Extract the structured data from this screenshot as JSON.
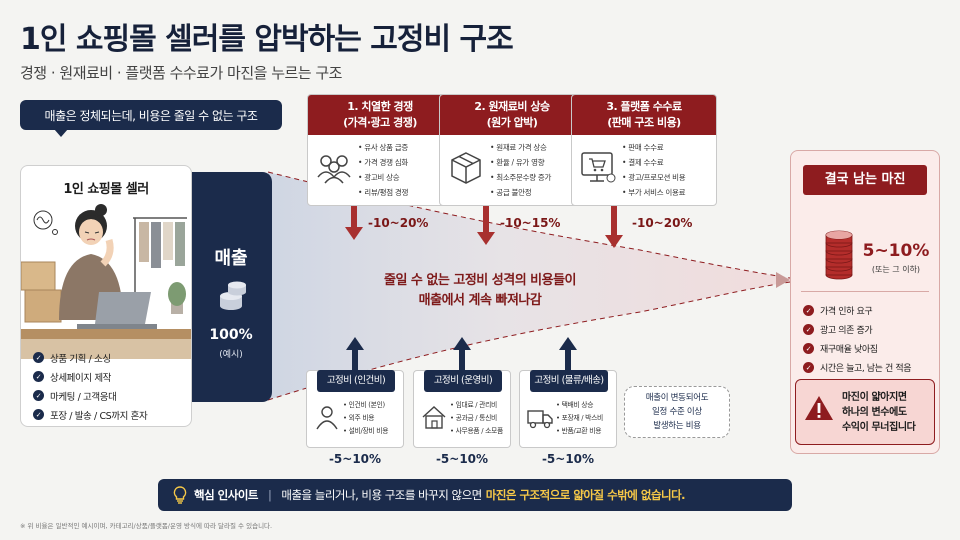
{
  "header": {
    "title": "1인 쇼핑몰 셀러를 압박하는 고정비 구조",
    "subtitle": "경쟁 · 원재료비 · 플랫폼 수수료가 마진을 누르는 구조"
  },
  "note": "매출은 정체되는데, 비용은 줄일 수 없는 구조",
  "seller": {
    "title": "1인 쇼핑몰 셀러",
    "tasks": [
      "상품 기획 / 소싱",
      "상세페이지 제작",
      "마케팅 / 고객응대",
      "포장 / 발송 / CS까지 혼자"
    ]
  },
  "revenue": {
    "label": "매출",
    "pct": "100%",
    "example": "(예시)"
  },
  "flow_text": [
    "줄일 수 없는 고정비 성격의 비용들이",
    "매출에서 계속 빠져나감"
  ],
  "top_costs": [
    {
      "title_1": "1. 치열한 경쟁",
      "title_2": "(가격·광고 경쟁)",
      "icon": "people-icon",
      "items": [
        "유사 상품 급증",
        "가격 경쟁 심화",
        "광고비 상승",
        "리뷰/평점 경쟁"
      ],
      "pct": "-10~20%"
    },
    {
      "title_1": "2. 원재료비 상승",
      "title_2": "(원가 압박)",
      "icon": "box-icon",
      "items": [
        "원재료 가격 상승",
        "환율 / 유가 영향",
        "최소주문수량 증가",
        "공급 불안정"
      ],
      "pct": "-10~15%"
    },
    {
      "title_1": "3. 플랫폼 수수료",
      "title_2": "(판매 구조 비용)",
      "icon": "cart-monitor-icon",
      "items": [
        "판매 수수료",
        "결제 수수료",
        "광고/프로모션 비용",
        "부가 서비스 이용료"
      ],
      "pct": "-10~20%"
    }
  ],
  "bottom_costs": [
    {
      "title": "고정비 (인건비)",
      "icon": "person-icon",
      "items": [
        "인건비 (본인)",
        "외주 비용",
        "설비/장비 비용"
      ],
      "pct": "-5~10%"
    },
    {
      "title": "고정비 (운영비)",
      "icon": "house-icon",
      "items": [
        "임대료 / 관리비",
        "공과금 / 통신비",
        "사무용품 / 소모품"
      ],
      "pct": "-5~10%"
    },
    {
      "title": "고정비 (물류/배송)",
      "icon": "truck-icon",
      "items": [
        "택배비 상승",
        "포장재 / 박스비",
        "반품/교환 비용"
      ],
      "pct": "-5~10%"
    }
  ],
  "bottom_note": [
    "매출이 변동되어도",
    "일정 수준 이상",
    "발생하는 비용"
  ],
  "result": {
    "title": "결국 남는 마진",
    "pct": "5~10%",
    "note": "(또는 그 이하)",
    "items": [
      "가격 인하 요구",
      "광고 의존 증가",
      "재구매율 낮아짐",
      "시간은 늘고, 남는 건 적음"
    ],
    "warning": [
      "마진이 얇아지면",
      "하나의 변수에도",
      "수익이 무너집니다"
    ]
  },
  "insight": {
    "label": "핵심 인사이트",
    "separator": "|",
    "text": "매출을 늘리거나, 비용 구조를 바꾸지 않으면",
    "highlight": "마진은 구조적으로 얇아질 수밖에 없습니다."
  },
  "footnote": "※ 위 비율은 일반적인 예시이며, 카테고리/상품/플랫폼/운영 방식에 따라 달라질 수 있습니다.",
  "colors": {
    "navy": "#1b2b4b",
    "crimson": "#8e1c1f",
    "gold": "#f7c948",
    "panel_pink": "#fbecea"
  }
}
